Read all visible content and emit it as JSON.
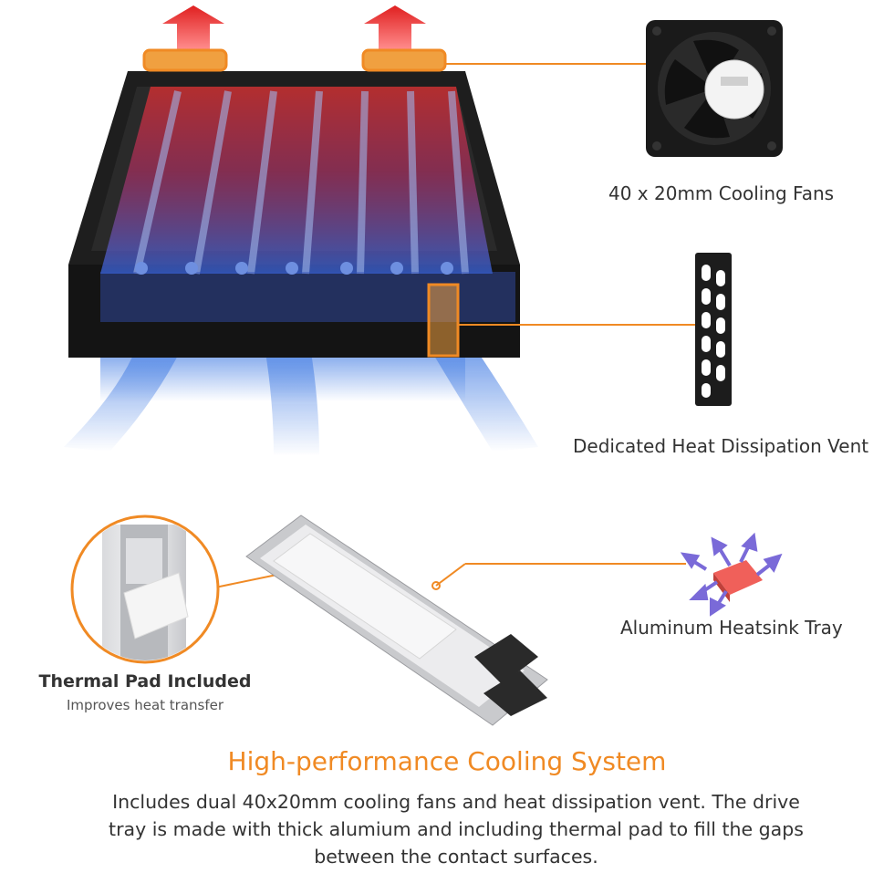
{
  "features": {
    "fans": "40 x 20mm Cooling Fans",
    "vent": "Dedicated Heat Dissipation Vent",
    "tray": "Aluminum Heatsink Tray"
  },
  "thermal_pad": {
    "title": "Thermal Pad Included",
    "subtitle": "Improves heat transfer"
  },
  "headline": "High-performance Cooling System",
  "description": "Includes dual 40x20mm cooling fans and heat dissipation vent. The drive tray is made with thick alumium and including thermal pad to fill the gaps between the contact surfaces.",
  "colors": {
    "accent": "#f08a24",
    "hot": "#e02020",
    "cool": "#2f6fe0",
    "text": "#333333"
  },
  "icons": [
    "hot-air-arrow-icon",
    "cooling-fan-icon",
    "vent-panel-icon",
    "heatsink-heat-icon"
  ]
}
